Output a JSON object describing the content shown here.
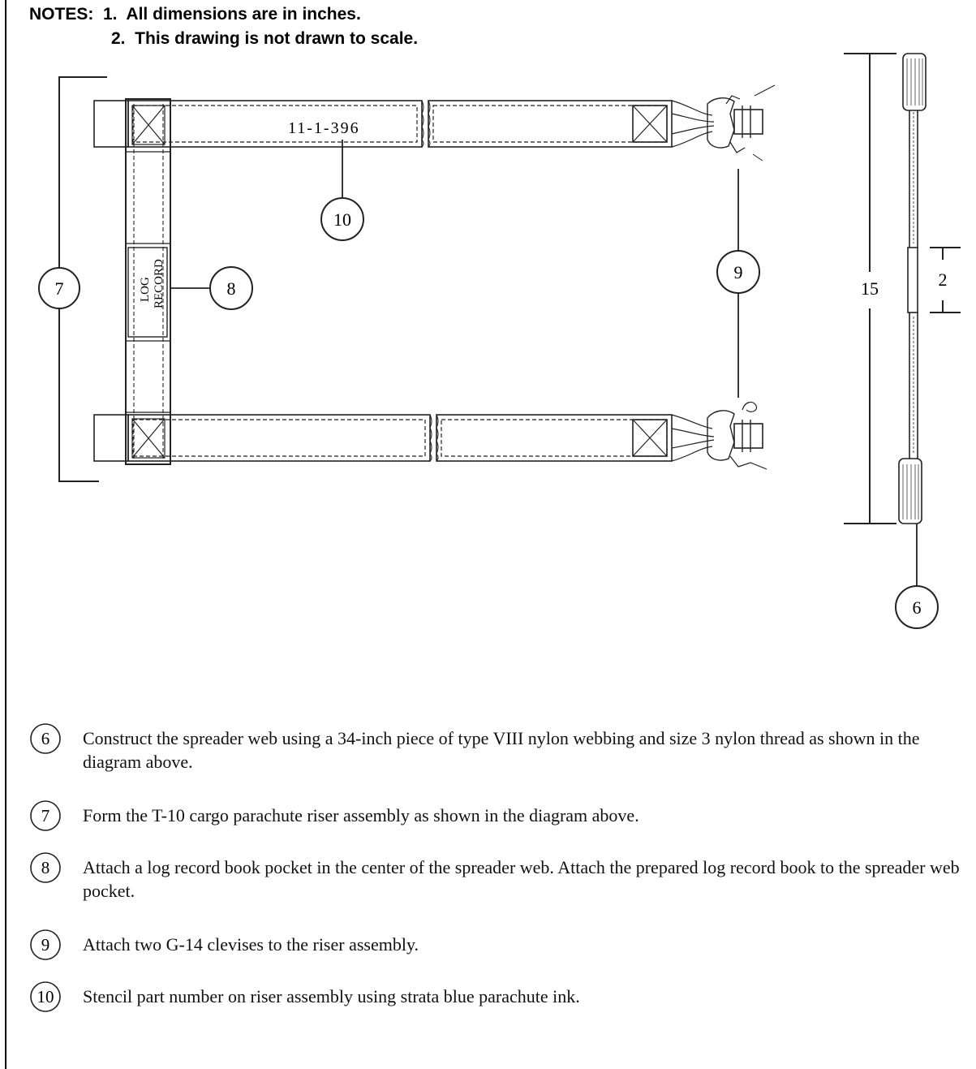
{
  "notes": {
    "line1": "NOTES:  1.  All dimensions are in inches.",
    "line2": "2.  This drawing is not drawn to scale."
  },
  "drawing": {
    "stencil_text": "11-1-396",
    "pocket_text_line1": "LOG",
    "pocket_text_line2": "RECORD",
    "dim_overall": "15",
    "dim_center": "2"
  },
  "callouts": {
    "c6": "6",
    "c7": "7",
    "c8": "8",
    "c9": "9",
    "c10": "10"
  },
  "steps": [
    {
      "num": "6",
      "text": "Construct the spreader web using a 34-inch piece of type VIII nylon webbing and size 3 nylon thread as shown in the diagram above."
    },
    {
      "num": "7",
      "text": "Form the T-10 cargo parachute riser assembly as shown in the diagram above."
    },
    {
      "num": "8",
      "text": "Attach a log record book pocket in the center of the spreader web.  Attach the prepared log record book to the spreader web pocket."
    },
    {
      "num": "9",
      "text": "Attach two G-14 clevises to the riser assembly."
    },
    {
      "num": "10",
      "text": "Stencil part number on riser assembly using strata blue parachute ink."
    }
  ]
}
